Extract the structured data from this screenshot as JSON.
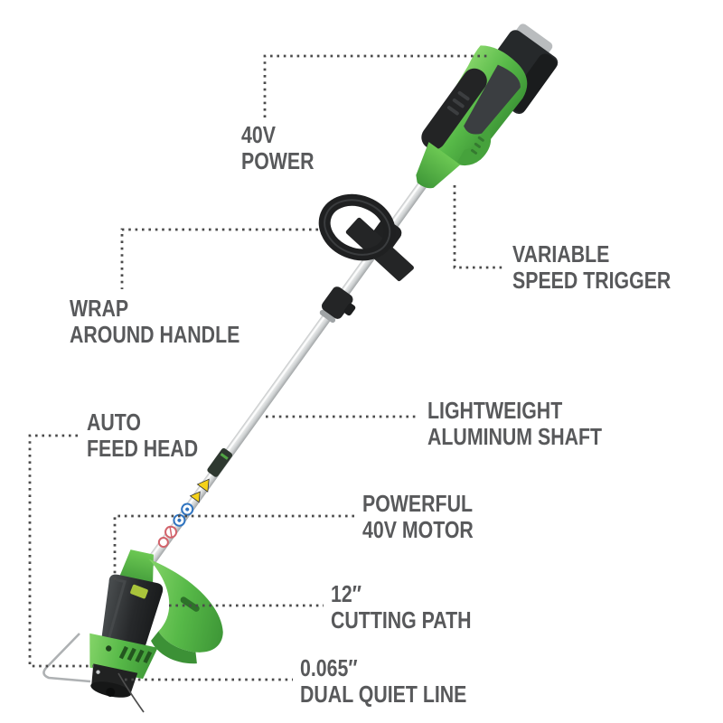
{
  "style": {
    "background": "#ffffff",
    "label_color": "#58595b",
    "dot_color": "#4b4b4b",
    "brand_green": "#57b948",
    "accent_dark": "#242526"
  },
  "illustration": "40v-cordless-string-trimmer",
  "callouts": [
    {
      "id": "40v-power",
      "lines": [
        "40V",
        "POWER"
      ]
    },
    {
      "id": "variable-speed-trigger",
      "lines": [
        "VARIABLE",
        "SPEED TRIGGER"
      ]
    },
    {
      "id": "wrap-around-handle",
      "lines": [
        "WRAP",
        "AROUND HANDLE"
      ]
    },
    {
      "id": "auto-feed-head",
      "lines": [
        "AUTO",
        "FEED HEAD"
      ]
    },
    {
      "id": "lightweight-aluminum-shaft",
      "lines": [
        "LIGHTWEIGHT",
        "ALUMINUM SHAFT"
      ]
    },
    {
      "id": "powerful-40v-motor",
      "lines": [
        "POWERFUL",
        "40V MOTOR"
      ]
    },
    {
      "id": "12in-cutting-path",
      "lines": [
        "12″",
        "CUTTING PATH"
      ]
    },
    {
      "id": "dual-quiet-line",
      "lines": [
        "0.065″",
        "DUAL QUIET LINE"
      ]
    }
  ]
}
